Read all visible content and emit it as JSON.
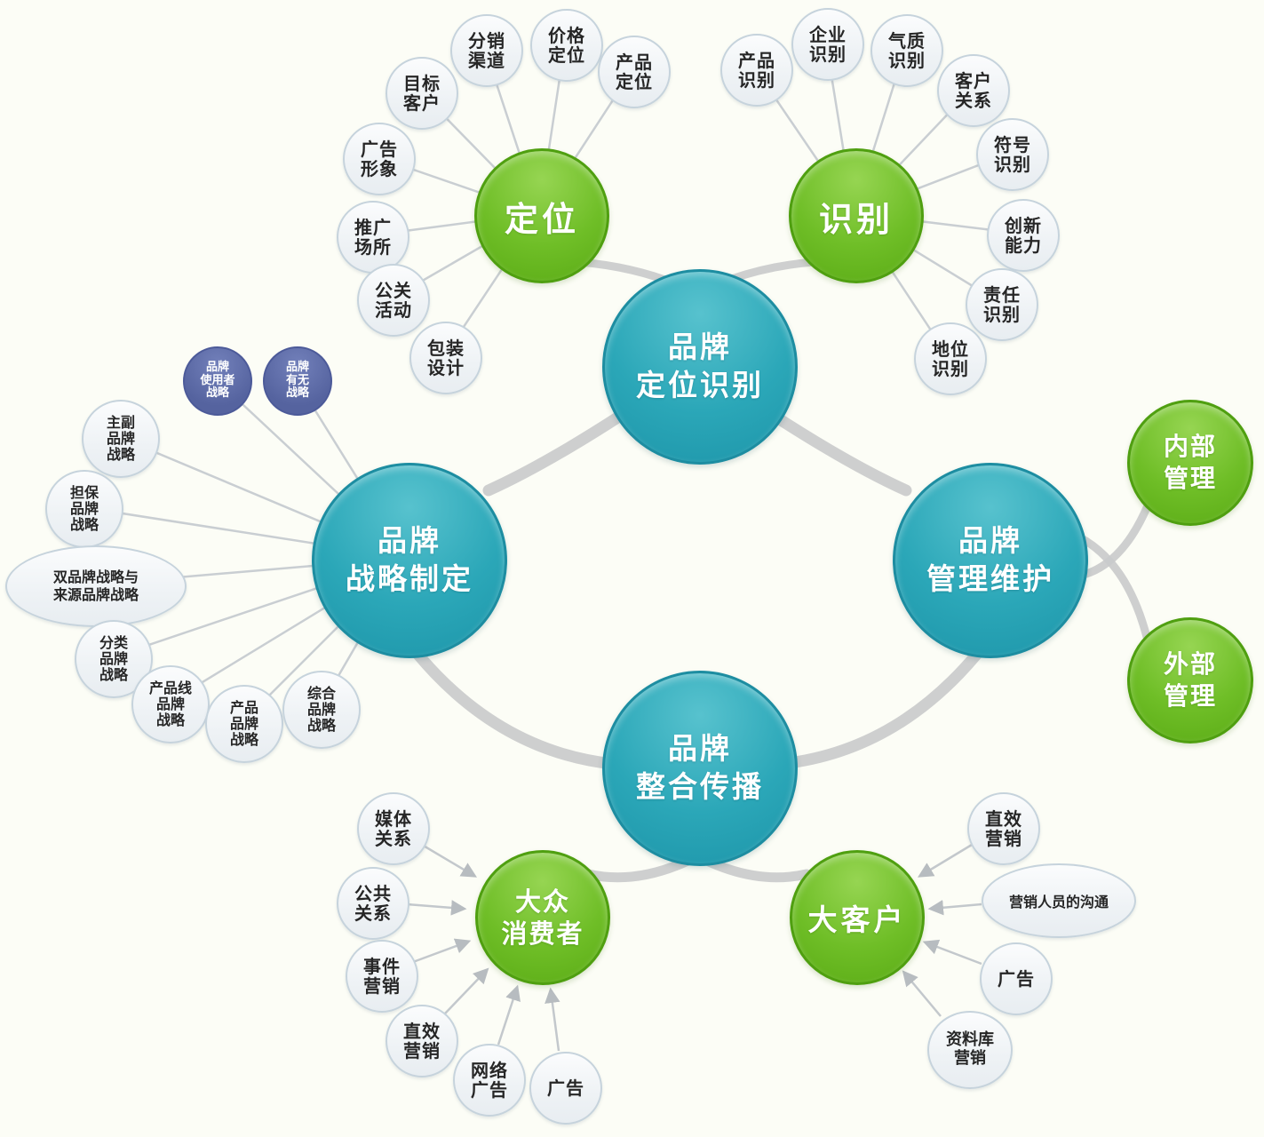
{
  "palette": {
    "hub_teal": "#2BA7B8",
    "branch_green": "#6FBE27",
    "strategy_purple": "#55639F",
    "leaf_border": "#C6D3DC",
    "connector_gray": "#C9CED2",
    "background": "#FCFDF6"
  },
  "nodes": [
    {
      "id": "brand-positioning-identity",
      "label": [
        "品牌",
        "定位识别"
      ]
    },
    {
      "id": "brand-strategy-formulation",
      "label": [
        "品牌",
        "战略制定"
      ]
    },
    {
      "id": "brand-management-maintenance",
      "label": [
        "品牌",
        "管理维护"
      ]
    },
    {
      "id": "brand-integrated-communication",
      "label": [
        "品牌",
        "整合传播"
      ]
    },
    {
      "id": "positioning",
      "label": [
        "定位"
      ]
    },
    {
      "id": "identity",
      "label": [
        "识别"
      ]
    },
    {
      "id": "mass-consumers",
      "label": [
        "大众",
        "消费者"
      ]
    },
    {
      "id": "key-accounts",
      "label": [
        "大客户"
      ]
    },
    {
      "id": "internal-management",
      "label": [
        "内部",
        "管理"
      ]
    },
    {
      "id": "external-management",
      "label": [
        "外部",
        "管理"
      ]
    },
    {
      "id": "brand-user-strategy",
      "label": [
        "品牌",
        "使用者",
        "战略"
      ]
    },
    {
      "id": "brand-existence-strategy",
      "label": [
        "品牌",
        "有无",
        "战略"
      ]
    },
    {
      "id": "target-customers",
      "label": [
        "目标",
        "客户"
      ]
    },
    {
      "id": "distribution-channels",
      "label": [
        "分销",
        "渠道"
      ]
    },
    {
      "id": "price-positioning",
      "label": [
        "价格",
        "定位"
      ]
    },
    {
      "id": "product-positioning",
      "label": [
        "产品",
        "定位"
      ]
    },
    {
      "id": "advertising-image",
      "label": [
        "广告",
        "形象"
      ]
    },
    {
      "id": "promotion-venues",
      "label": [
        "推广",
        "场所"
      ]
    },
    {
      "id": "pr-activities",
      "label": [
        "公关",
        "活动"
      ]
    },
    {
      "id": "packaging-design",
      "label": [
        "包装",
        "设计"
      ]
    },
    {
      "id": "product-identity",
      "label": [
        "产品",
        "识别"
      ]
    },
    {
      "id": "corporate-identity",
      "label": [
        "企业",
        "识别"
      ]
    },
    {
      "id": "temperament-identity",
      "label": [
        "气质",
        "识别"
      ]
    },
    {
      "id": "customer-relations",
      "label": [
        "客户",
        "关系"
      ]
    },
    {
      "id": "symbol-identity",
      "label": [
        "符号",
        "识别"
      ]
    },
    {
      "id": "innovation-capability",
      "label": [
        "创新",
        "能力"
      ]
    },
    {
      "id": "responsibility-identity",
      "label": [
        "责任",
        "识别"
      ]
    },
    {
      "id": "status-identity",
      "label": [
        "地位",
        "识别"
      ]
    },
    {
      "id": "main-sub-brand-strategy",
      "label": [
        "主副",
        "品牌",
        "战略"
      ]
    },
    {
      "id": "endorsed-brand-strategy",
      "label": [
        "担保",
        "品牌",
        "战略"
      ]
    },
    {
      "id": "dual-brand-strategy",
      "label": [
        "双品牌战略与",
        "来源品牌战略"
      ]
    },
    {
      "id": "category-brand-strategy",
      "label": [
        "分类",
        "品牌",
        "战略"
      ]
    },
    {
      "id": "product-line-brand-strategy",
      "label": [
        "产品线",
        "品牌",
        "战略"
      ]
    },
    {
      "id": "product-brand-strategy",
      "label": [
        "产品",
        "品牌",
        "战略"
      ]
    },
    {
      "id": "comprehensive-brand-strategy",
      "label": [
        "综合",
        "品牌",
        "战略"
      ]
    },
    {
      "id": "media-relations",
      "label": [
        "媒体",
        "关系"
      ]
    },
    {
      "id": "public-relations",
      "label": [
        "公共",
        "关系"
      ]
    },
    {
      "id": "event-marketing",
      "label": [
        "事件",
        "营销"
      ]
    },
    {
      "id": "direct-marketing-mass",
      "label": [
        "直效",
        "营销"
      ]
    },
    {
      "id": "online-advertising",
      "label": [
        "网络",
        "广告"
      ]
    },
    {
      "id": "advertising-mass",
      "label": [
        "广告"
      ]
    },
    {
      "id": "direct-marketing-key",
      "label": [
        "直效",
        "营销"
      ]
    },
    {
      "id": "sales-staff-communication",
      "label": [
        "营销人员的沟通"
      ]
    },
    {
      "id": "advertising-key",
      "label": [
        "广告"
      ]
    },
    {
      "id": "database-marketing",
      "label": [
        "资料库",
        "营销"
      ]
    }
  ]
}
